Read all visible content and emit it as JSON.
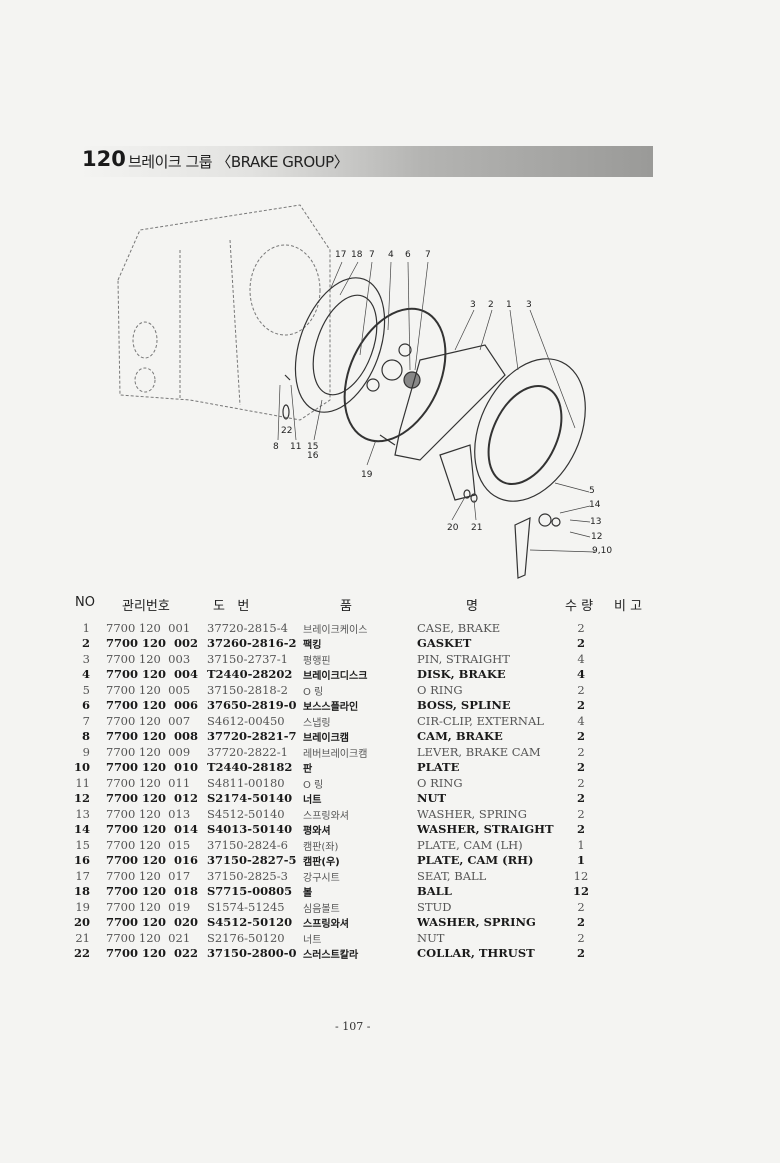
{
  "header": {
    "group_number": "120",
    "group_title": "브레이크 그룹 〈BRAKE GROUP〉"
  },
  "diagram": {
    "callouts": [
      "17",
      "18",
      "7",
      "4",
      "6",
      "7",
      "3",
      "2",
      "1",
      "3",
      "22",
      "8",
      "11",
      "15",
      "16",
      "19",
      "5",
      "14",
      "13",
      "12",
      "9,10",
      "20",
      "21"
    ]
  },
  "table": {
    "columns": [
      "NO",
      "관리번호",
      "도   번",
      "품",
      "명",
      "수 량",
      "비 고"
    ],
    "rows": [
      {
        "no": "1",
        "mgmt": "7700 120  001",
        "drawing": "37720-2815-4",
        "name_kr": "브레이크케이스",
        "name_en": "CASE, BRAKE",
        "qty": "2"
      },
      {
        "no": "2",
        "mgmt": "7700 120  002",
        "drawing": "37260-2816-2",
        "name_kr": "팩킹",
        "name_en": "GASKET",
        "qty": "2"
      },
      {
        "no": "3",
        "mgmt": "7700 120  003",
        "drawing": "37150-2737-1",
        "name_kr": "평행핀",
        "name_en": "PIN, STRAIGHT",
        "qty": "4"
      },
      {
        "no": "4",
        "mgmt": "7700 120  004",
        "drawing": "T2440-28202",
        "name_kr": "브레이크디스크",
        "name_en": "DISK, BRAKE",
        "qty": "4"
      },
      {
        "no": "5",
        "mgmt": "7700 120  005",
        "drawing": "37150-2818-2",
        "name_kr": "O 링",
        "name_en": "O RING",
        "qty": "2"
      },
      {
        "no": "6",
        "mgmt": "7700 120  006",
        "drawing": "37650-2819-0",
        "name_kr": "보스스플라인",
        "name_en": "BOSS, SPLINE",
        "qty": "2"
      },
      {
        "no": "7",
        "mgmt": "7700 120  007",
        "drawing": "S4612-00450",
        "name_kr": "스냅링",
        "name_en": "CIR-CLIP, EXTERNAL",
        "qty": "4"
      },
      {
        "no": "8",
        "mgmt": "7700 120  008",
        "drawing": "37720-2821-7",
        "name_kr": "브레이크캠",
        "name_en": "CAM, BRAKE",
        "qty": "2"
      },
      {
        "no": "9",
        "mgmt": "7700 120  009",
        "drawing": "37720-2822-1",
        "name_kr": "레버브레이크캠",
        "name_en": "LEVER, BRAKE CAM",
        "qty": "2"
      },
      {
        "no": "10",
        "mgmt": "7700 120  010",
        "drawing": "T2440-28182",
        "name_kr": "판",
        "name_en": "PLATE",
        "qty": "2"
      },
      {
        "no": "11",
        "mgmt": "7700 120  011",
        "drawing": "S4811-00180",
        "name_kr": "O 링",
        "name_en": "O RING",
        "qty": "2"
      },
      {
        "no": "12",
        "mgmt": "7700 120  012",
        "drawing": "S2174-50140",
        "name_kr": "너트",
        "name_en": "NUT",
        "qty": "2"
      },
      {
        "no": "13",
        "mgmt": "7700 120  013",
        "drawing": "S4512-50140",
        "name_kr": "스프링와셔",
        "name_en": "WASHER, SPRING",
        "qty": "2"
      },
      {
        "no": "14",
        "mgmt": "7700 120  014",
        "drawing": "S4013-50140",
        "name_kr": "평와셔",
        "name_en": "WASHER, STRAIGHT",
        "qty": "2"
      },
      {
        "no": "15",
        "mgmt": "7700 120  015",
        "drawing": "37150-2824-6",
        "name_kr": "캠판(좌)",
        "name_en": "PLATE, CAM (LH)",
        "qty": "1"
      },
      {
        "no": "16",
        "mgmt": "7700 120  016",
        "drawing": "37150-2827-5",
        "name_kr": "캠판(우)",
        "name_en": "PLATE, CAM (RH)",
        "qty": "1"
      },
      {
        "no": "17",
        "mgmt": "7700 120  017",
        "drawing": "37150-2825-3",
        "name_kr": "강구시트",
        "name_en": "SEAT, BALL",
        "qty": "12"
      },
      {
        "no": "18",
        "mgmt": "7700 120  018",
        "drawing": "S7715-00805",
        "name_kr": "볼",
        "name_en": "BALL",
        "qty": "12"
      },
      {
        "no": "19",
        "mgmt": "7700 120  019",
        "drawing": "S1574-51245",
        "name_kr": "심음볼트",
        "name_en": "STUD",
        "qty": "2"
      },
      {
        "no": "20",
        "mgmt": "7700 120  020",
        "drawing": "S4512-50120",
        "name_kr": "스프링와셔",
        "name_en": "WASHER, SPRING",
        "qty": "2"
      },
      {
        "no": "21",
        "mgmt": "7700 120  021",
        "drawing": "S2176-50120",
        "name_kr": "너트",
        "name_en": "NUT",
        "qty": "2"
      },
      {
        "no": "22",
        "mgmt": "7700 120  022",
        "drawing": "37150-2800-0",
        "name_kr": "스러스트칼라",
        "name_en": "COLLAR, THRUST",
        "qty": "2"
      }
    ]
  },
  "footer": {
    "page_number": "- 107 -"
  }
}
